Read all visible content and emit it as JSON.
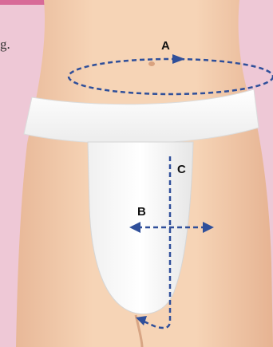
{
  "caption": {
    "fragment": "g."
  },
  "labels": {
    "a": "A",
    "b": "B",
    "c": "C"
  },
  "colors": {
    "background": "#eec8d6",
    "accent_bar": "#d86a98",
    "skin": "#f2ccae",
    "skin_shadow": "#e0ad8c",
    "garment": "#ffffff",
    "arrow": "#2f4f9a"
  }
}
